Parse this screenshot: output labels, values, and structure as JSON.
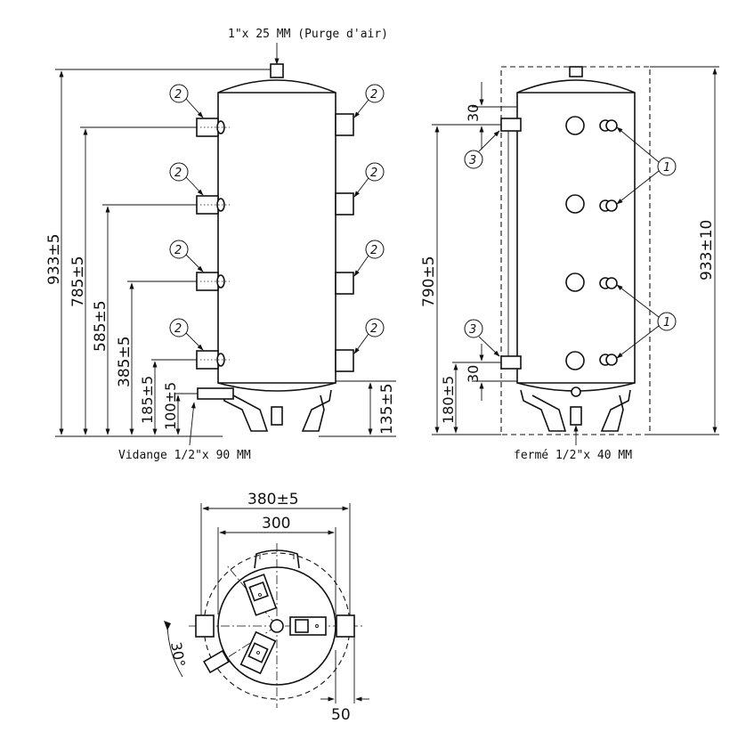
{
  "labels": {
    "purge": "1\"x 25 MM (Purge d'air)",
    "vidange": "Vidange 1/2\"x 90 MM",
    "ferme": "fermé 1/2\"x 40 MM"
  },
  "front_view": {
    "dims": {
      "total": "933±5",
      "h785": "785±5",
      "h585": "585±5",
      "h385": "385±5",
      "h185": "185±5",
      "h100": "100±5",
      "h135": "135±5"
    },
    "bubble": "2"
  },
  "side_view": {
    "dims": {
      "total": "933±10",
      "h790": "790±5",
      "h180": "180±5",
      "top30": "30",
      "bot30": "30"
    },
    "bubble_1": "1",
    "bubble_3": "3"
  },
  "top_view": {
    "dims": {
      "d380": "380±5",
      "d300": "300",
      "d50": "50",
      "angle": "30°"
    }
  }
}
